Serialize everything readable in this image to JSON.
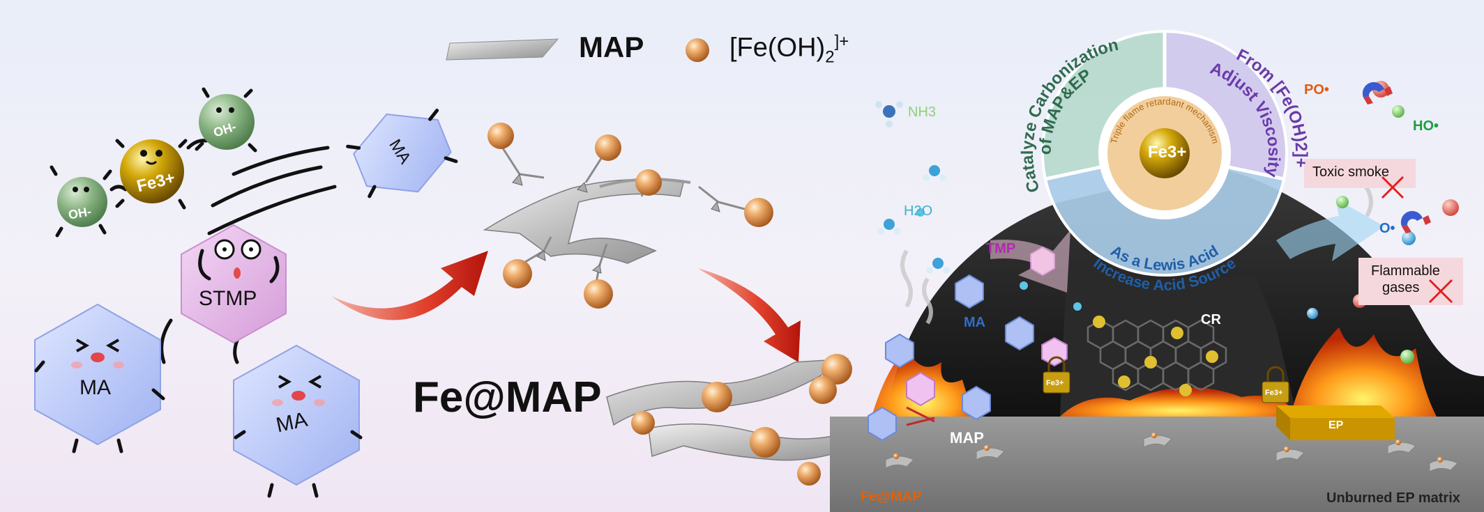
{
  "legend": {
    "map_label": "MAP",
    "fe_label_main": "[Fe(OH)",
    "fe_label_sub": "2",
    "fe_label_sup": "]+"
  },
  "reactants": {
    "fe_ion": "Fe3+",
    "hydroxide": "OH-",
    "stmp": "STMP",
    "ma": "MA"
  },
  "product_label": "Fe@MAP",
  "mechanism": {
    "center_ion": "Fe3+",
    "center_ring_text": "Triple flame retardant mechanism",
    "segment_carbonization": [
      "Catalyze Carbonization",
      "of MAP&EP"
    ],
    "segment_viscosity": [
      "From [Fe(OH)2]+",
      "Adjust Viscosity"
    ],
    "segment_lewis": [
      "As a Lewis Acid",
      "Increase Acid Source"
    ]
  },
  "gas_species": {
    "nh3": "NH3",
    "h2o": "H2O",
    "po_radical": "PO•",
    "ho_radical": "HO•",
    "o_radical": "O•"
  },
  "suppressed": {
    "toxic_smoke": "Toxic smoke",
    "flammable_gases": [
      "Flammable",
      "gases"
    ]
  },
  "scene_labels": {
    "tmp": "TMP",
    "ma": "MA",
    "cr": "CR",
    "map": "MAP",
    "ep": "EP",
    "fe_small": "Fe3+",
    "fe_at_map": "Fe@MAP",
    "unburned": "Unburned EP matrix"
  },
  "colors": {
    "fe_gold": "#c9a10a",
    "hydroxide_green": "#7fae7f",
    "stmp_pink": "#e0b3e3",
    "ma_blue": "#aebdf5",
    "arrow_red": "#d3281a",
    "segment_green": "#b5d8cc",
    "segment_purple": "#cdc6ea",
    "segment_blue": "#a9cbe7"
  }
}
